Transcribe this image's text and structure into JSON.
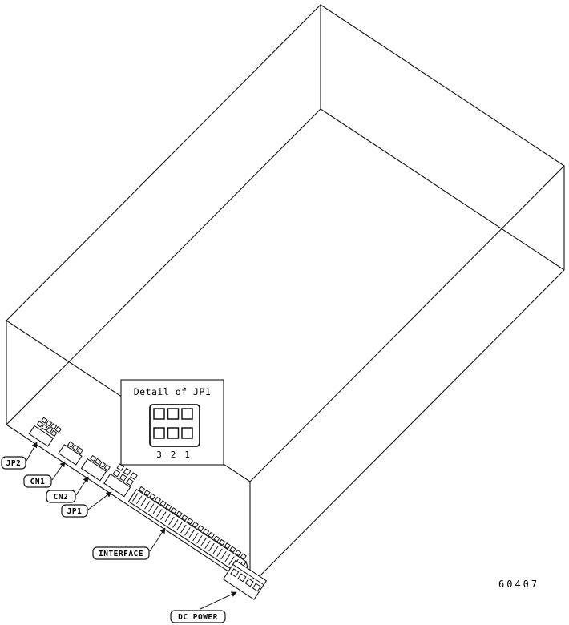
{
  "diagram": {
    "connector_labels": {
      "jp2": "JP2",
      "cn1": "CN1",
      "cn2": "CN2",
      "jp1": "JP1",
      "interface": "INTERFACE",
      "dc_power": "DC POWER"
    },
    "detail_inset": {
      "title": "Detail of JP1",
      "pin_numbers": [
        "3",
        "2",
        "1"
      ]
    },
    "figure_number": "60407",
    "colors": {
      "line": "#141414",
      "background": "#ffffff"
    }
  }
}
